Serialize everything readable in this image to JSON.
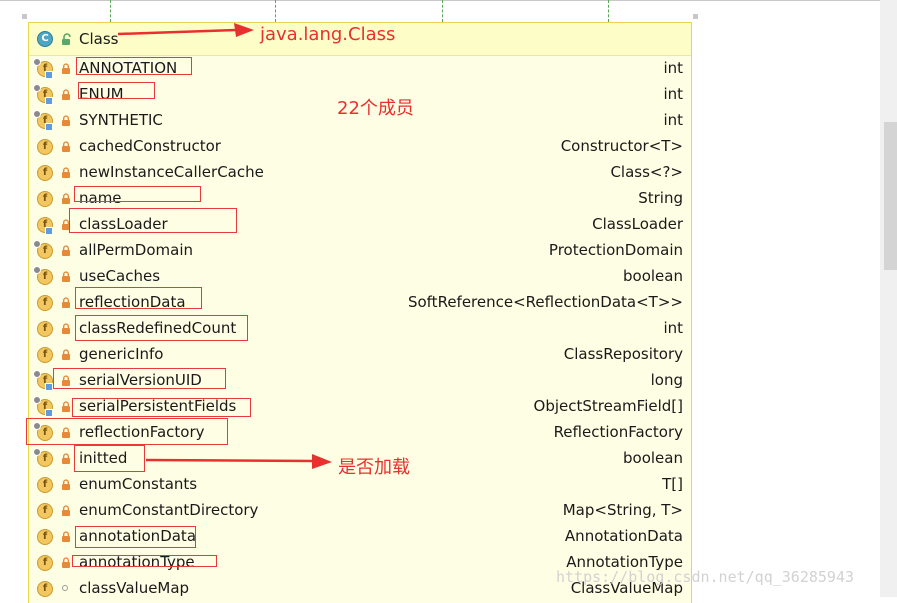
{
  "class_header": {
    "name": "Class",
    "icon": "class-c-icon",
    "visibility_icon": "public-green-lock-icon"
  },
  "annotations": {
    "class_label": "java.lang.Class",
    "member_count": "22个成员",
    "inited_note": "是否加载"
  },
  "fields": [
    {
      "name": "ANNOTATION",
      "type": "int",
      "static": true,
      "final": true,
      "visibility": "private"
    },
    {
      "name": "ENUM",
      "type": "int",
      "static": true,
      "final": true,
      "visibility": "private"
    },
    {
      "name": "SYNTHETIC",
      "type": "int",
      "static": true,
      "final": true,
      "visibility": "private"
    },
    {
      "name": "cachedConstructor",
      "type": "Constructor<T>",
      "static": false,
      "final": false,
      "visibility": "private"
    },
    {
      "name": "newInstanceCallerCache",
      "type": "Class<?>",
      "static": false,
      "final": false,
      "visibility": "private"
    },
    {
      "name": "name",
      "type": "String",
      "static": false,
      "final": false,
      "visibility": "private"
    },
    {
      "name": "classLoader",
      "type": "ClassLoader",
      "static": false,
      "final": true,
      "visibility": "private"
    },
    {
      "name": "allPermDomain",
      "type": "ProtectionDomain",
      "static": true,
      "final": false,
      "visibility": "private"
    },
    {
      "name": "useCaches",
      "type": "boolean",
      "static": true,
      "final": false,
      "visibility": "private"
    },
    {
      "name": "reflectionData",
      "type": "SoftReference<ReflectionData<T>>",
      "static": false,
      "final": false,
      "visibility": "private"
    },
    {
      "name": "classRedefinedCount",
      "type": "int",
      "static": false,
      "final": false,
      "visibility": "private"
    },
    {
      "name": "genericInfo",
      "type": "ClassRepository",
      "static": false,
      "final": false,
      "visibility": "private"
    },
    {
      "name": "serialVersionUID",
      "type": "long",
      "static": true,
      "final": true,
      "visibility": "private"
    },
    {
      "name": "serialPersistentFields",
      "type": "ObjectStreamField[]",
      "static": true,
      "final": true,
      "visibility": "private"
    },
    {
      "name": "reflectionFactory",
      "type": "ReflectionFactory",
      "static": true,
      "final": false,
      "visibility": "private"
    },
    {
      "name": "initted",
      "type": "boolean",
      "static": true,
      "final": false,
      "visibility": "private"
    },
    {
      "name": "enumConstants",
      "type": "T[]",
      "static": false,
      "final": false,
      "visibility": "private"
    },
    {
      "name": "enumConstantDirectory",
      "type": "Map<String, T>",
      "static": false,
      "final": false,
      "visibility": "private"
    },
    {
      "name": "annotationData",
      "type": "AnnotationData",
      "static": false,
      "final": false,
      "visibility": "private"
    },
    {
      "name": "annotationType",
      "type": "AnnotationType",
      "static": false,
      "final": false,
      "visibility": "private"
    },
    {
      "name": "classValueMap",
      "type": "ClassValueMap",
      "static": false,
      "final": false,
      "visibility": "package"
    }
  ],
  "watermark": "https://blog.csdn.net/qq_36285943",
  "colors": {
    "panel_bg": "#fefee4",
    "header_bg": "#fdfdc8",
    "field_icon": "#f2c75f",
    "class_icon": "#4fa6c2",
    "lock": "#e8893a",
    "annotation_red": "#e8302e"
  }
}
